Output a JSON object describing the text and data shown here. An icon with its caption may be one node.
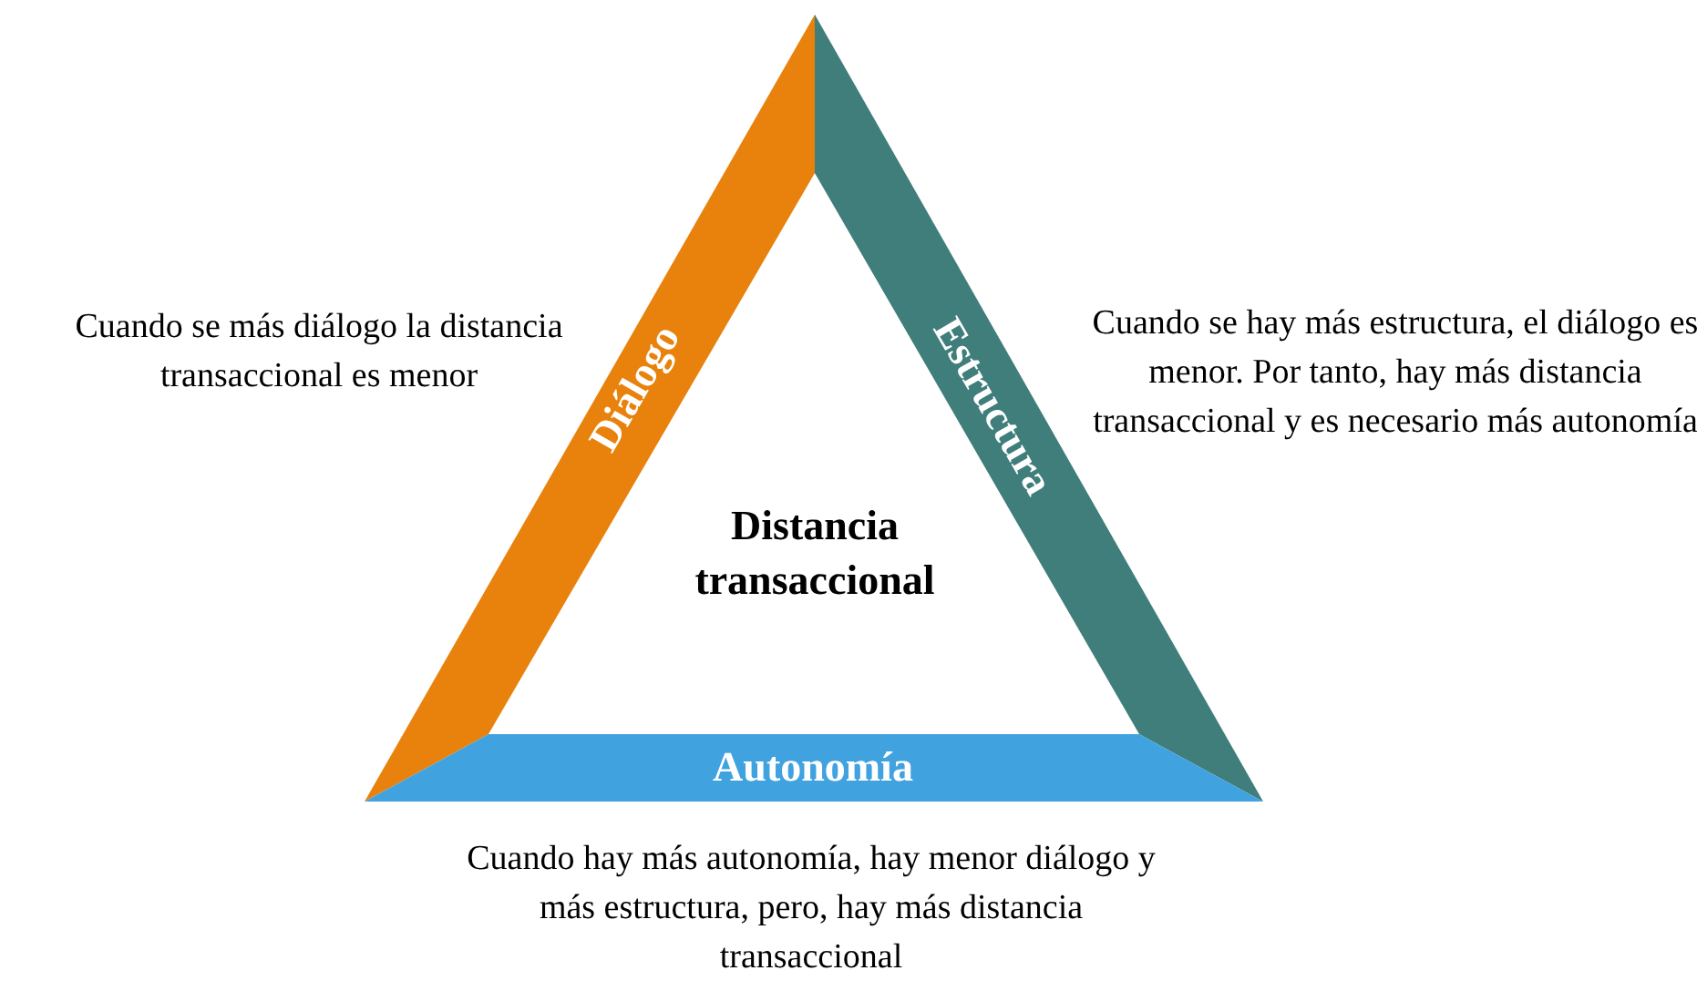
{
  "diagram": {
    "nodes": [
      {
        "text": [
          "Diálogo"
        ],
        "beside": [
          "Cuando se más diálogo la distancia transaccional es menor"
        ]
      },
      {
        "text": [
          "Estructura"
        ],
        "beside": [
          "Cuando se hay más estructura, el diálogo es menor. Por tanto, hay más distancia transaccional y es necesario más autonomía"
        ]
      },
      {
        "text": [
          "Autonomía"
        ],
        "beside": [
          "Cuando hay más autonomía, hay menor diálogo y más estructura, pero, hay más distancia transaccional"
        ]
      }
    ],
    "edges": [],
    "labels": [
      "Distancia transaccional"
    ]
  }
}
